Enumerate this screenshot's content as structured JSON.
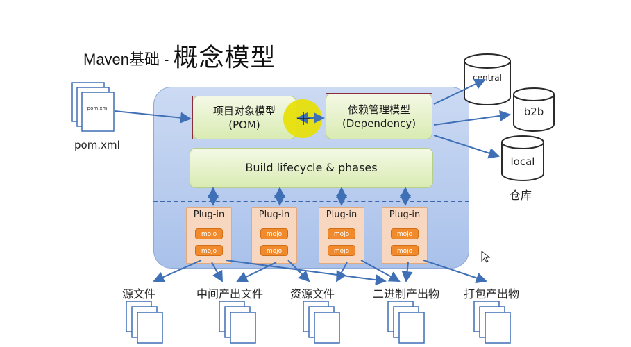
{
  "title": {
    "prefix": "Maven基础 -",
    "main": "概念模型"
  },
  "pom_file": {
    "doc_text": "pom.xml",
    "label": "pom.xml"
  },
  "pom_box": {
    "line1": "项目对象模型",
    "line2": "(POM)"
  },
  "dependency_box": {
    "line1": "依赖管理模型",
    "line2": "(Dependency)"
  },
  "lifecycle_box": {
    "label": "Build lifecycle & phases"
  },
  "plugins": [
    {
      "label": "Plug-in",
      "mojos": [
        "mojo",
        "mojo"
      ]
    },
    {
      "label": "Plug-in",
      "mojos": [
        "mojo",
        "mojo"
      ]
    },
    {
      "label": "Plug-in",
      "mojos": [
        "mojo",
        "mojo"
      ]
    },
    {
      "label": "Plug-in",
      "mojos": [
        "mojo",
        "mojo"
      ]
    }
  ],
  "repositories": {
    "items": [
      "central",
      "b2b",
      "local"
    ],
    "caption": "仓库"
  },
  "outputs": [
    "源文件",
    "中间产出文件",
    "资源文件",
    "二进制产出物",
    "打包产出物"
  ],
  "colors": {
    "panel": "#bcd0f0",
    "green_box": "#e4f1c8",
    "plugin": "#f7d7c0",
    "mojo": "#f08a2c",
    "arrow": "#3f6fb5",
    "highlight_frame": "#8a2d3c"
  }
}
